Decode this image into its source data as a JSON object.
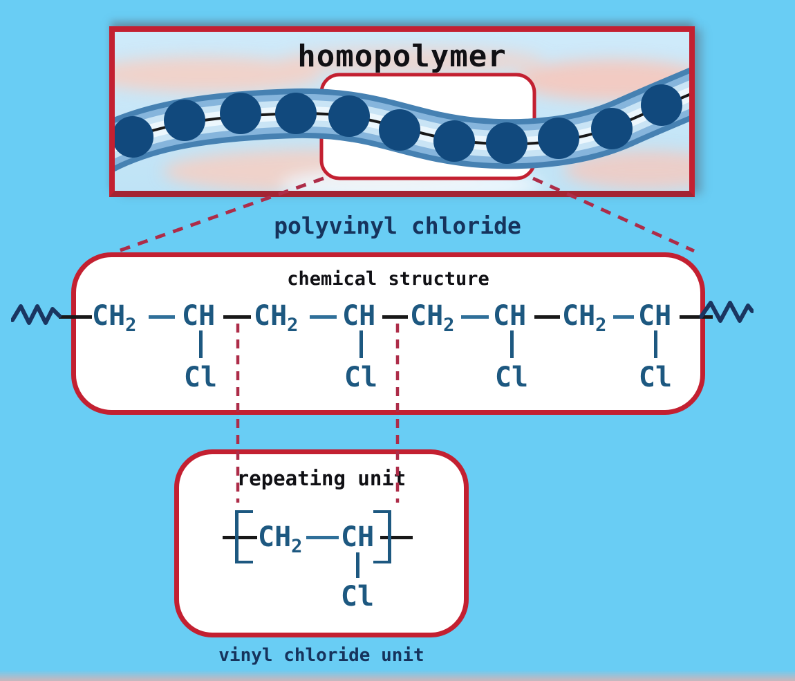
{
  "colors": {
    "background": "#69cdf4",
    "box_red": "#c32031",
    "bead_navy": "#11497d",
    "formula_blue": "#1d5880",
    "bond_blue": "#2f6f99",
    "dark_navy": "#1a3560",
    "dash_red": "#ad2c48",
    "label_navy": "#16335c",
    "text_black": "#101014"
  },
  "top_box": {
    "title": "homopolymer",
    "bead_count": 11
  },
  "labels": {
    "polymer_name": "polyvinyl chloride",
    "vinyl_unit": "vinyl chloride unit"
  },
  "chemical_box": {
    "title": "chemical structure",
    "units": [
      {
        "formula": "CH",
        "subscript": "2"
      },
      {
        "formula": "CH",
        "substituent": "Cl"
      },
      {
        "formula": "CH",
        "subscript": "2"
      },
      {
        "formula": "CH",
        "substituent": "Cl"
      },
      {
        "formula": "CH",
        "subscript": "2"
      },
      {
        "formula": "CH",
        "substituent": "Cl"
      },
      {
        "formula": "CH",
        "subscript": "2"
      },
      {
        "formula": "CH",
        "substituent": "Cl"
      }
    ]
  },
  "repeating_box": {
    "title": "repeating unit",
    "units": [
      {
        "formula": "CH",
        "subscript": "2"
      },
      {
        "formula": "CH",
        "substituent": "Cl"
      }
    ]
  }
}
